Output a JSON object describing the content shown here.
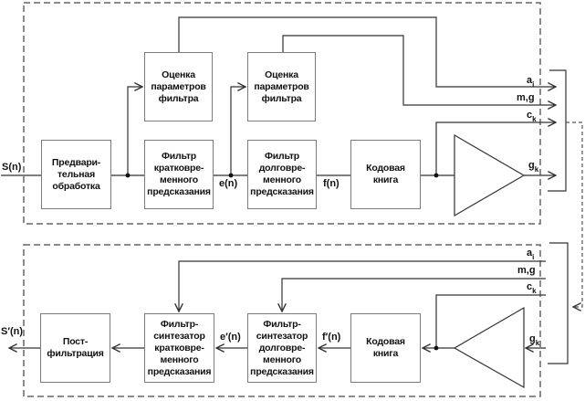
{
  "encoder": {
    "boxes": {
      "preprocessing": "Предвари-\nтельная\nобработка",
      "estimation": "Оценка\nпараметров\nфильтра",
      "stp_filter": "Фильтр\nкратковре-\nменного\nпредсказания",
      "ltp_filter": "Фильтр\nдолговре-\nменного\nпредсказания",
      "codebook": "Кодовая\nкнига"
    },
    "signals": {
      "input": "S(n)",
      "residual_e": "e(n)",
      "residual_f": "f(n)"
    }
  },
  "decoder": {
    "boxes": {
      "codebook": "Кодовая\nкнига",
      "ltp_synth": "Фильтр-\nсинтезатор\nдолговре-\nменного\nпредсказания",
      "stp_synth": "Фильтр-\nсинтезатор\nкратковре-\nменного\nпредсказания",
      "postfilter": "Пост-\nфильтрация"
    },
    "signals": {
      "output": "S′(n)",
      "residual_e": "e′(n)",
      "residual_f": "f′(n)"
    }
  },
  "bus_signals": {
    "ai": {
      "base": "a",
      "sub": "i"
    },
    "mg": {
      "base": "m,g",
      "sub": ""
    },
    "ck": {
      "base": "c",
      "sub": "k"
    },
    "gk": {
      "base": "g",
      "sub": "k"
    }
  },
  "colors": {
    "line": "#333333",
    "box_border": "#7b7b7b",
    "dashed_border": "#666666",
    "text": "#111111",
    "background": "#ffffff"
  }
}
